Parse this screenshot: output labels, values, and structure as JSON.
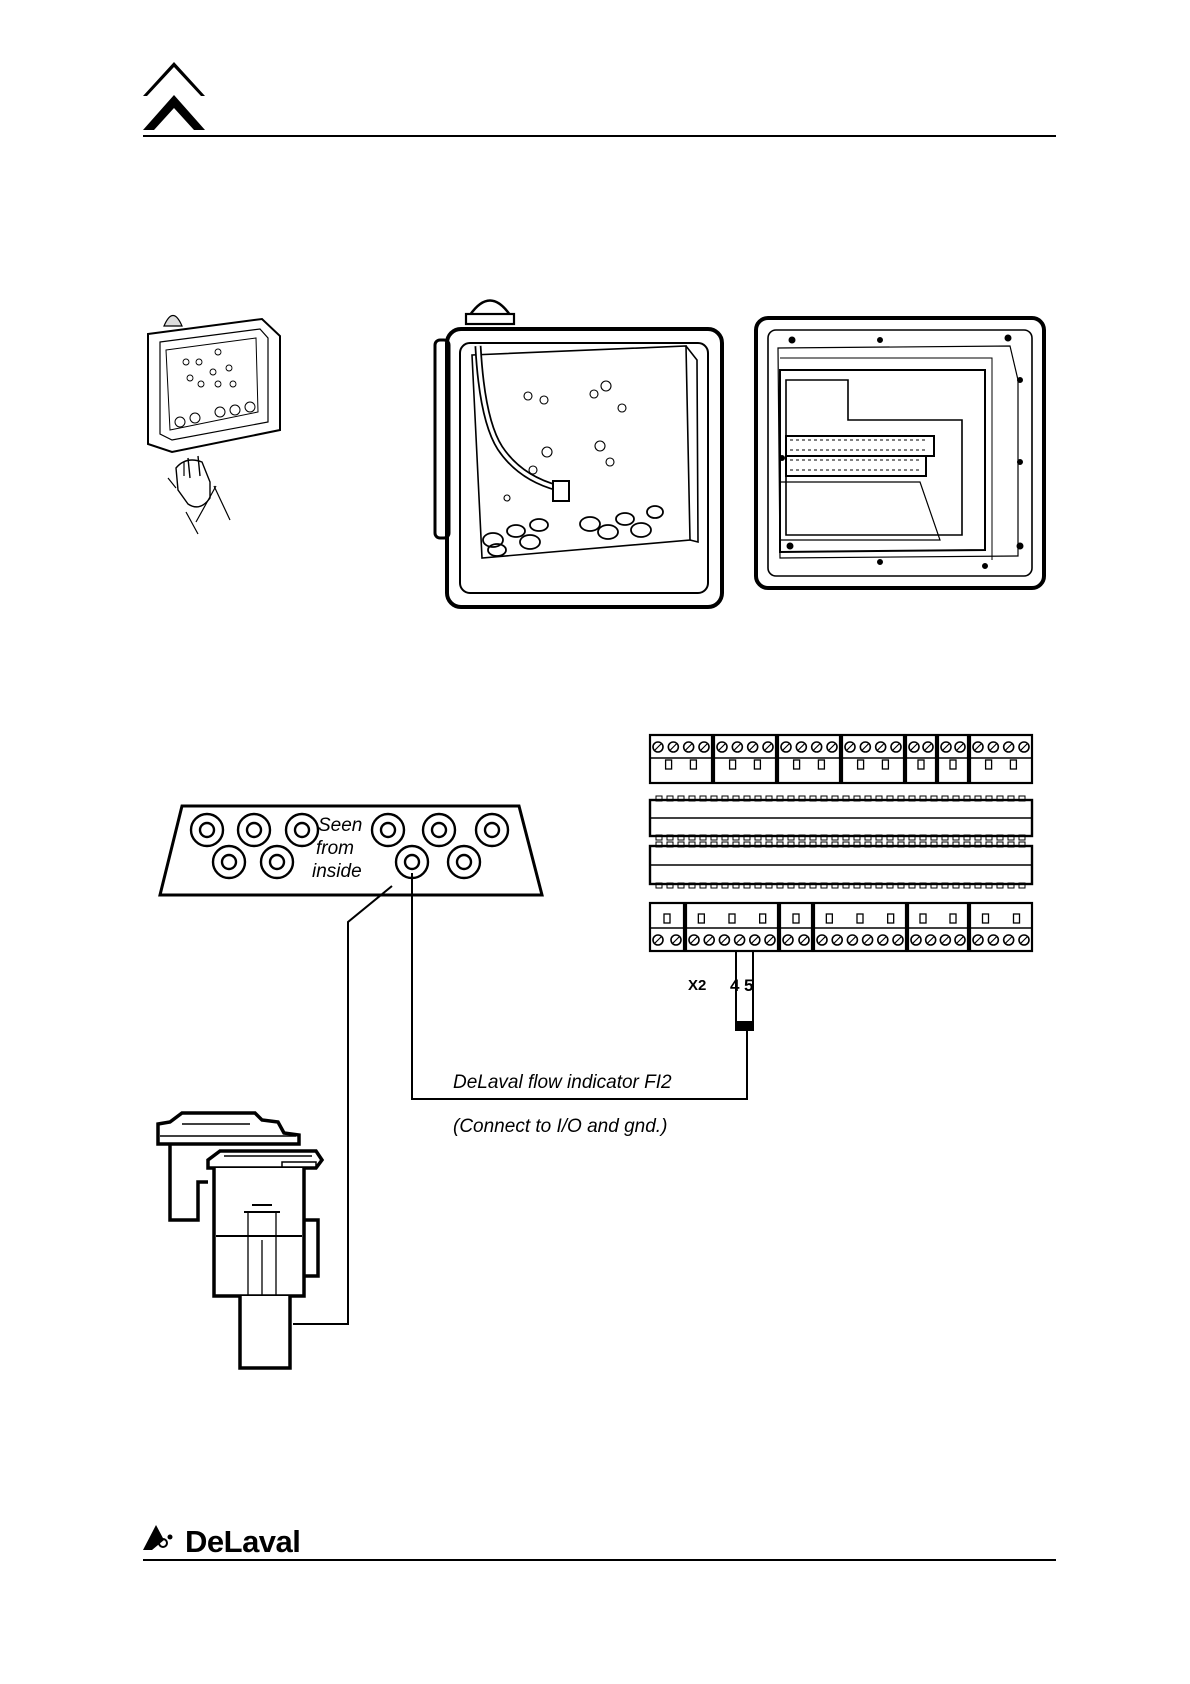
{
  "header": {
    "logo_icon": "double-chevron-icon"
  },
  "gland_plate": {
    "seen_line1": "Seen",
    "seen_line2": "from",
    "seen_line3": "inside"
  },
  "terminal_block": {
    "terminal_name": "X2",
    "pin_a": "4",
    "pin_b": "5"
  },
  "connection": {
    "device_label": "DeLaval flow indicator FI2",
    "instruction": "(Connect to I/O and gnd.)"
  },
  "footer": {
    "brand": "DeLaval",
    "brand_icon": "delaval-logo-icon"
  }
}
